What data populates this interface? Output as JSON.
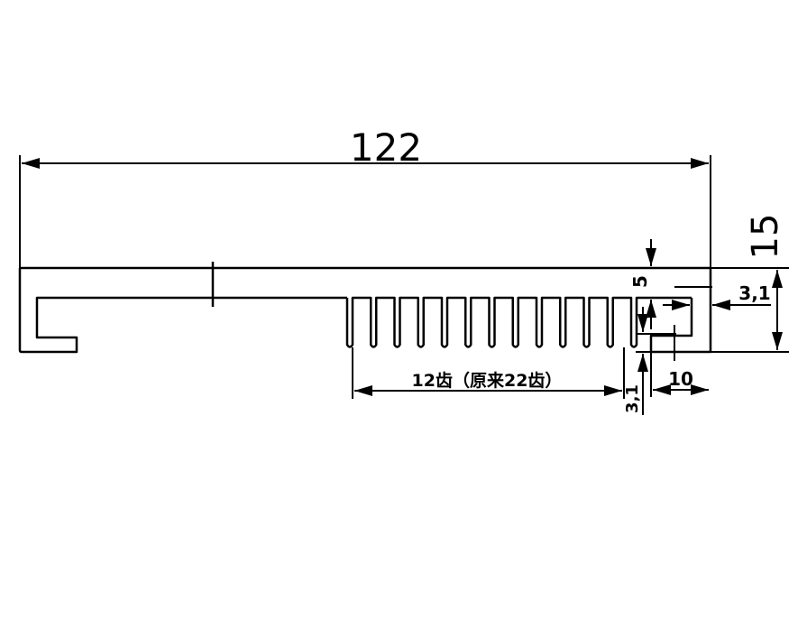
{
  "drawing": {
    "overall_width": "122",
    "overall_height": "15",
    "fin_note": "12齿（原来22齿）",
    "fin_count": 12,
    "dim_right_slot": "3,1",
    "dim_right_width": "10",
    "dim_top_wall": "5",
    "dim_fin_gap": "3,1",
    "line_color": "#000000"
  }
}
